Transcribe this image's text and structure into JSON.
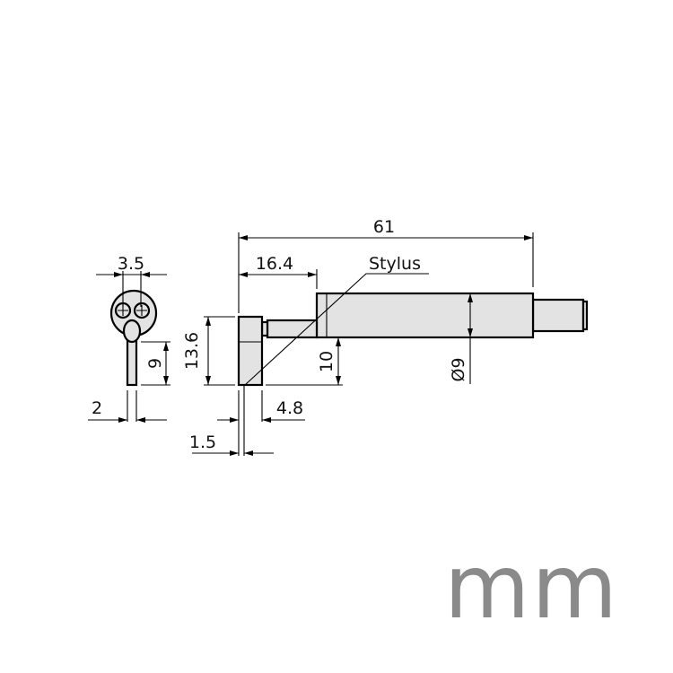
{
  "dimensions": {
    "overall_length": "61",
    "stylus_offset": "16.4",
    "head_width": "3.5",
    "tip_height": "9",
    "tip_width": "2",
    "head_height": "13.6",
    "body_height": "10",
    "diameter": "Ø9",
    "block_width": "4.8",
    "stylus_width": "1.5"
  },
  "labels": {
    "stylus": "Stylus"
  },
  "unit": "mm",
  "colors": {
    "part_fill": "#e3e3e3",
    "line": "#000000",
    "unit_text": "#8a8a8a"
  }
}
